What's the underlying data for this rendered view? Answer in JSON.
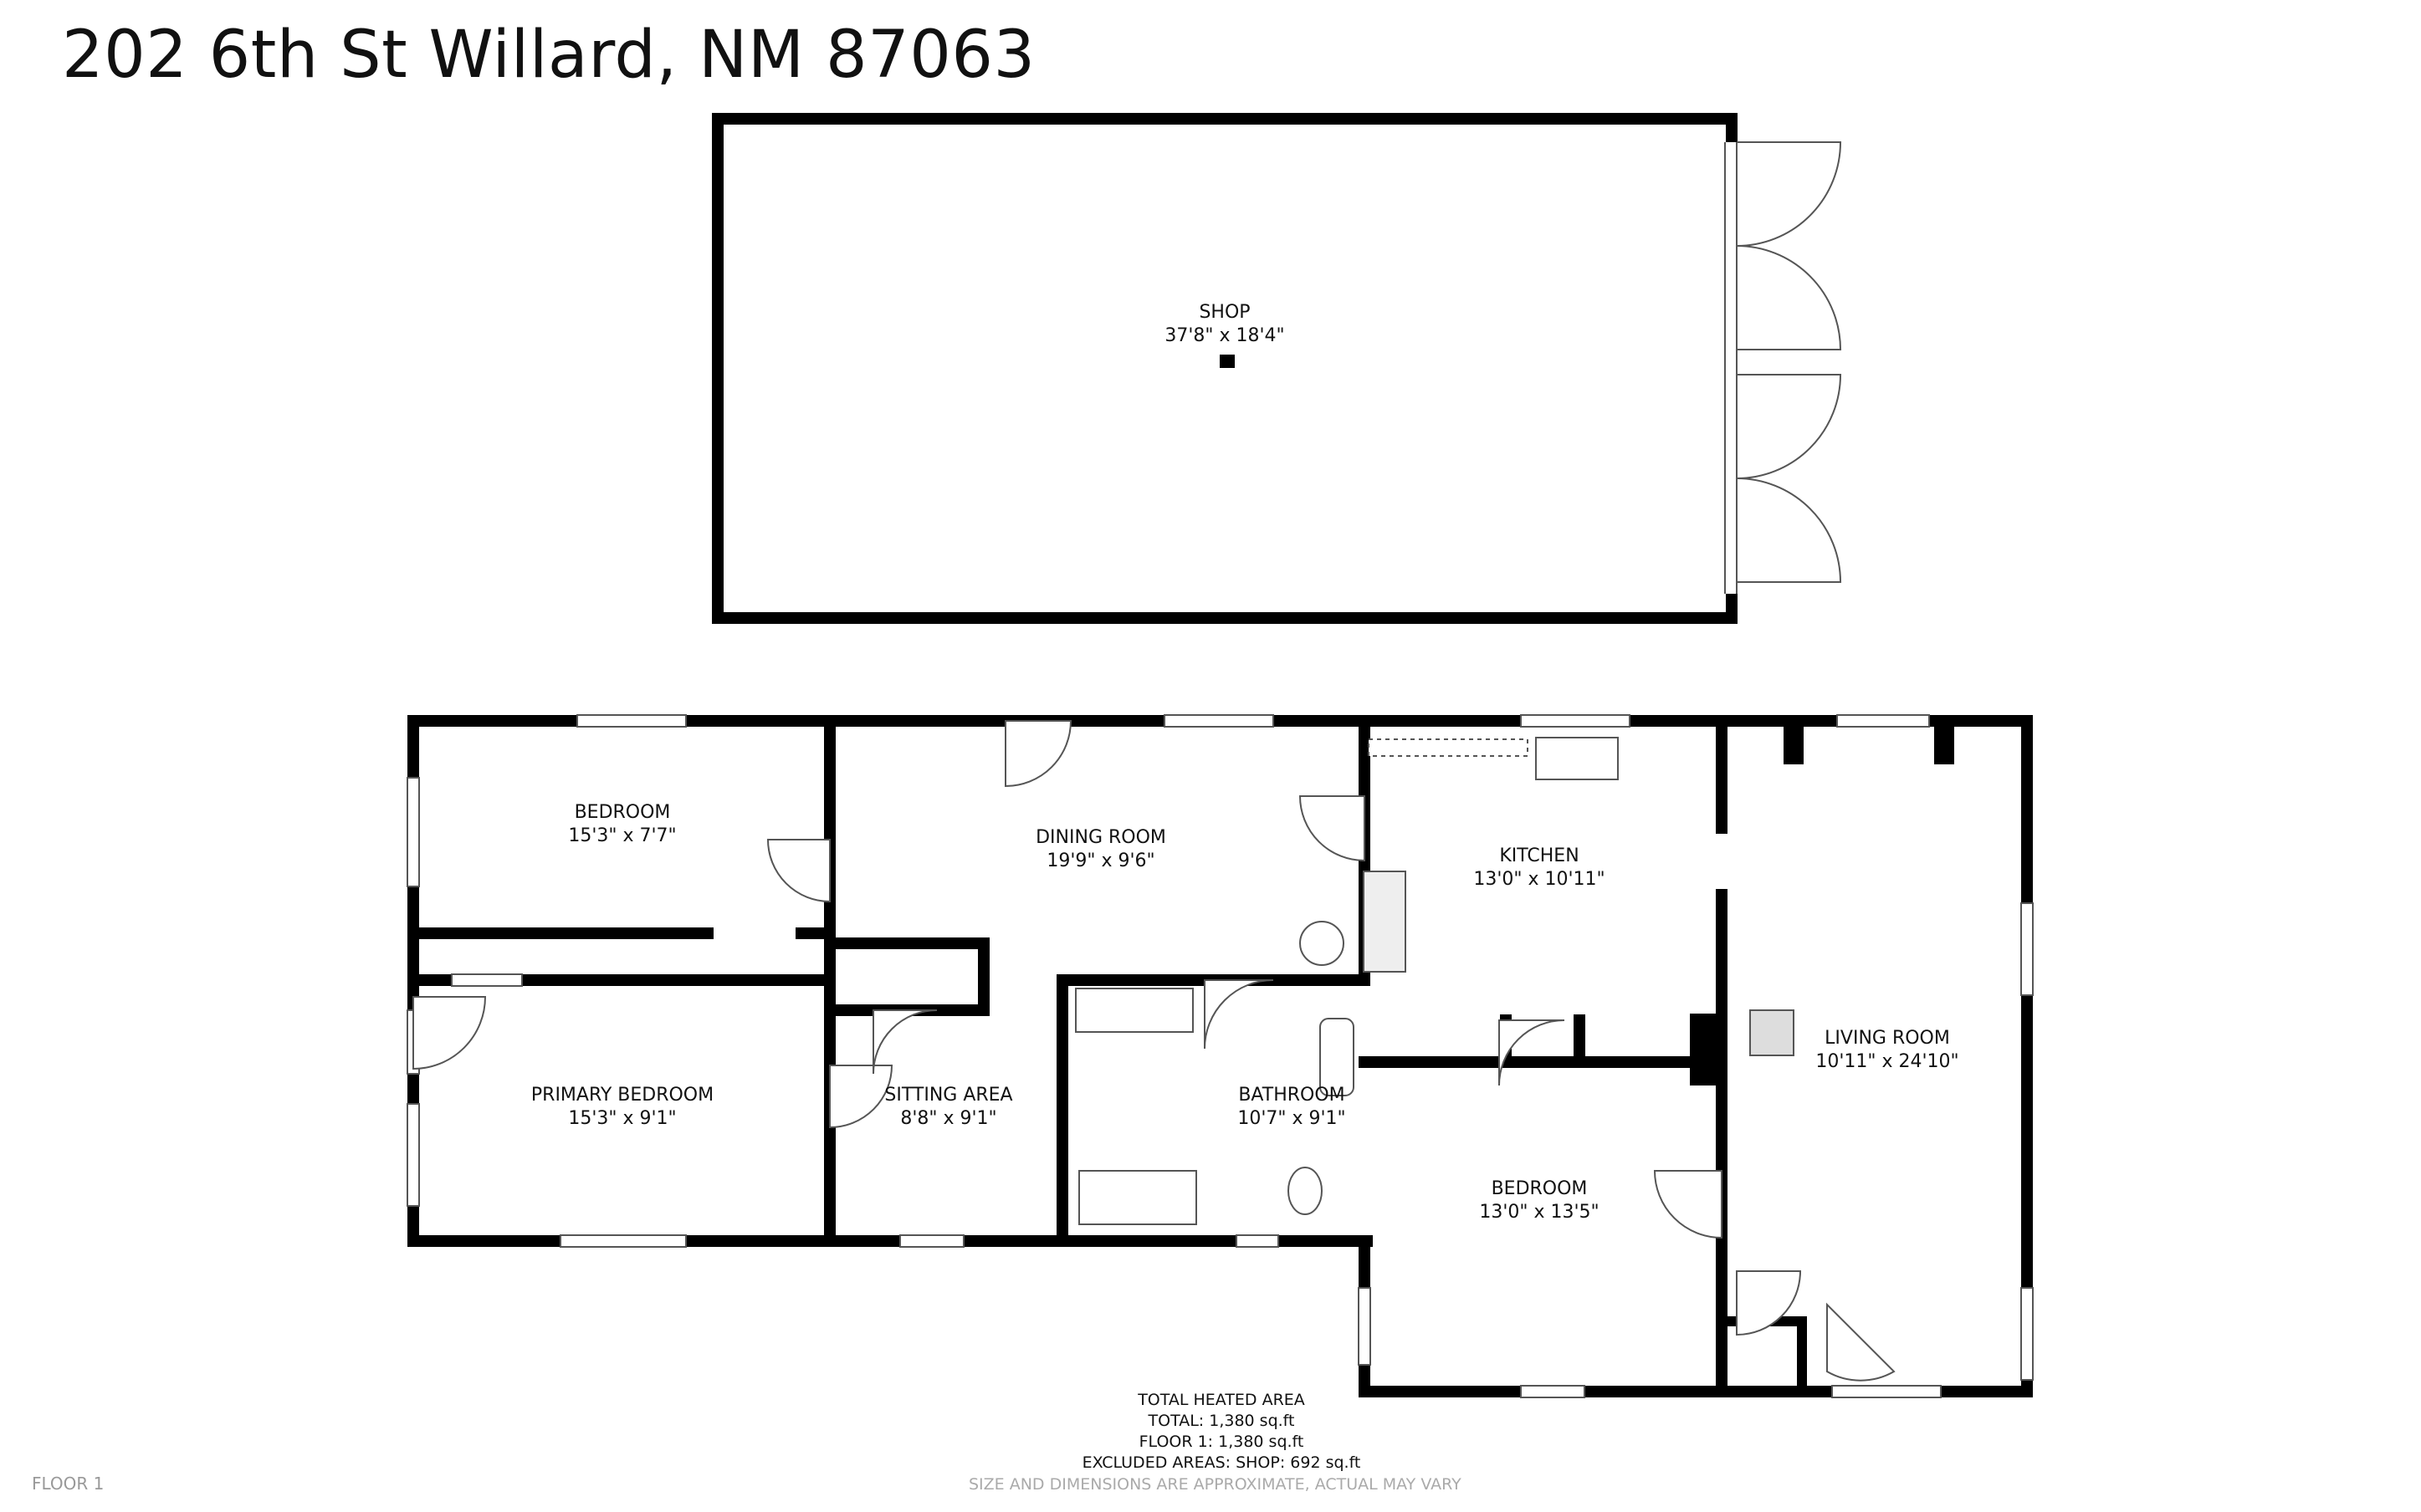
{
  "title": "202 6th St Willard, NM 87063",
  "rooms": {
    "shop": {
      "name": "SHOP",
      "dims": "37'8\" x 18'4\""
    },
    "bedroom_top": {
      "name": "BEDROOM",
      "dims": "15'3\" x 7'7\""
    },
    "dining": {
      "name": "DINING ROOM",
      "dims": "19'9\" x 9'6\""
    },
    "kitchen": {
      "name": "KITCHEN",
      "dims": "13'0\" x 10'11\""
    },
    "living": {
      "name": "LIVING ROOM",
      "dims": "10'11\" x 24'10\""
    },
    "primary_bedroom": {
      "name": "PRIMARY BEDROOM",
      "dims": "15'3\" x 9'1\""
    },
    "sitting": {
      "name": "SITTING AREA",
      "dims": "8'8\" x 9'1\""
    },
    "bathroom": {
      "name": "BATHROOM",
      "dims": "10'7\" x 9'1\""
    },
    "bedroom_bottom": {
      "name": "BEDROOM",
      "dims": "13'0\" x 13'5\""
    }
  },
  "summary": {
    "heading": "TOTAL HEATED AREA",
    "total": "TOTAL: 1,380 sq.ft",
    "floor1": "FLOOR 1: 1,380 sq.ft",
    "excluded": "EXCLUDED AREAS: SHOP: 692 sq.ft"
  },
  "floor_label": "FLOOR 1",
  "disclaimer": "SIZE AND DIMENSIONS ARE APPROXIMATE, ACTUAL MAY VARY",
  "colors": {
    "wall": "#000000",
    "line": "#555555",
    "background": "#ffffff"
  }
}
